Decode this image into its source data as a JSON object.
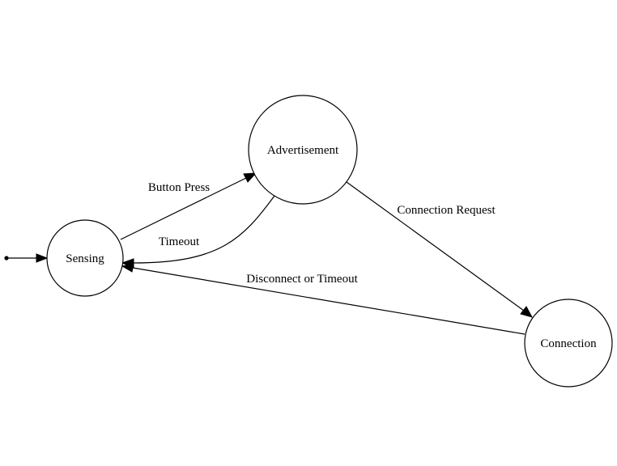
{
  "diagram": {
    "type": "state-machine",
    "nodes": {
      "sensing": {
        "label": "Sensing"
      },
      "advertisement": {
        "label": "Advertisement"
      },
      "connection": {
        "label": "Connection"
      }
    },
    "edges": {
      "button_press": {
        "from": "Sensing",
        "to": "Advertisement",
        "label": "Button Press"
      },
      "timeout": {
        "from": "Advertisement",
        "to": "Sensing",
        "label": "Timeout"
      },
      "connection_request": {
        "from": "Advertisement",
        "to": "Connection",
        "label": "Connection Request"
      },
      "disconnect_or_timeout": {
        "from": "Connection",
        "to": "Sensing",
        "label": "Disconnect or Timeout"
      }
    },
    "initial_state": "Sensing"
  },
  "colors": {
    "stroke": "#000000",
    "background": "#ffffff"
  }
}
